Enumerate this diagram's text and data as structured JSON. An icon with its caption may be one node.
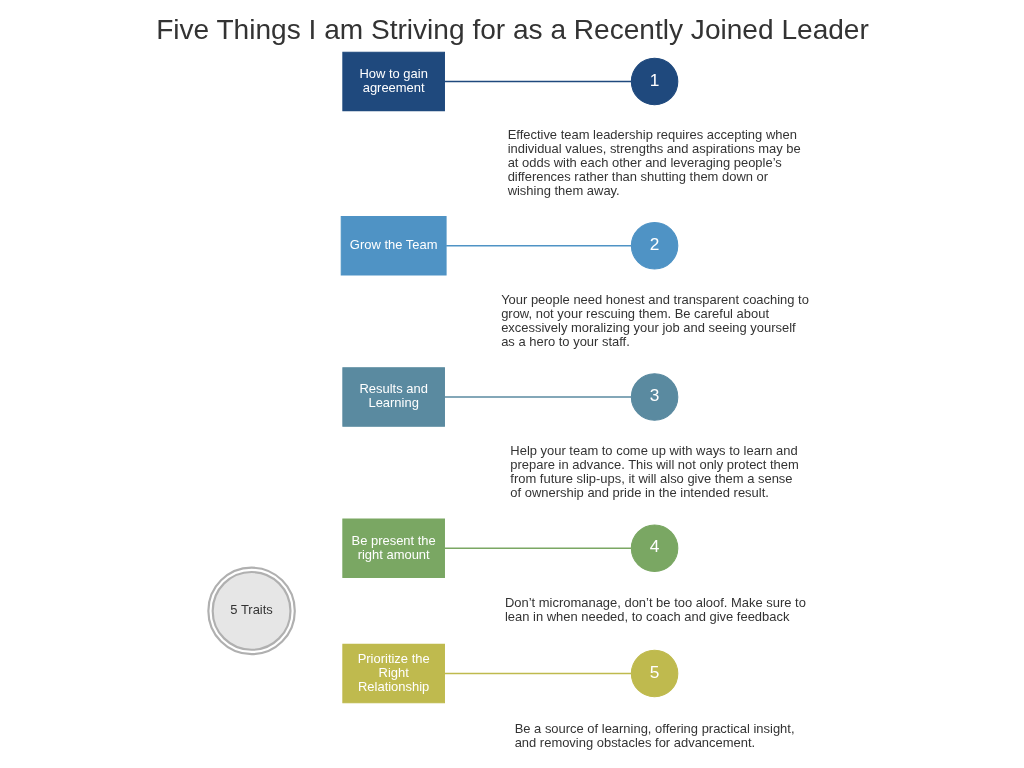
{
  "diagram": {
    "title": "Five Things I am Striving for as a Recently Joined Leader",
    "nodes": [
      {
        "text": [
          "5 Traits"
        ]
      },
      {
        "text": [
          "How to gain agreement"
        ]
      },
      {
        "text": [
          "Grow the Team"
        ]
      },
      {
        "text": [
          "Results and Learning"
        ]
      },
      {
        "text": [
          "Be present the right amount"
        ]
      },
      {
        "text": [
          "Prioritize the Right Relationship"
        ]
      },
      {
        "text": [
          "1"
        ],
        "beside": [
          "Effective team leadership requires accepting when individual values, strengths and aspirations may be at odds with each other and leveraging people’s differences rather than shutting them down or wishing them away."
        ]
      },
      {
        "text": [
          "2"
        ],
        "beside": [
          "Your people need honest and transparent coaching to grow, not your rescuing them. Be careful about excessively moralizing your job and seeing yourself as a hero to your staff."
        ]
      },
      {
        "text": [
          "3"
        ],
        "beside": [
          "Help your team to come up with ways to learn and prepare in advance. This will not only protect them from future slip-ups, it will also give them a sense of ownership and pride in the intended result."
        ]
      },
      {
        "text": [
          "4"
        ],
        "beside": [
          "Don’t micromanage, don’t be too aloof. Make sure to lean in when needed, to coach and give feedback"
        ]
      },
      {
        "text": [
          "5"
        ],
        "beside": [
          "Be a source of learning, offering practical insight, and removing obstacles for advancement."
        ]
      }
    ],
    "edges": [
      {
        "from": 1,
        "to": 6,
        "arrow": "none",
        "color": "#1f497d"
      },
      {
        "from": 2,
        "to": 7,
        "arrow": "none",
        "color": "#4f93c5"
      },
      {
        "from": 3,
        "to": 8,
        "arrow": "none",
        "color": "#5a8aa0"
      },
      {
        "from": 4,
        "to": 9,
        "arrow": "none",
        "color": "#7aa763"
      },
      {
        "from": 5,
        "to": 10,
        "arrow": "none",
        "color": "#bfba4e"
      }
    ]
  }
}
